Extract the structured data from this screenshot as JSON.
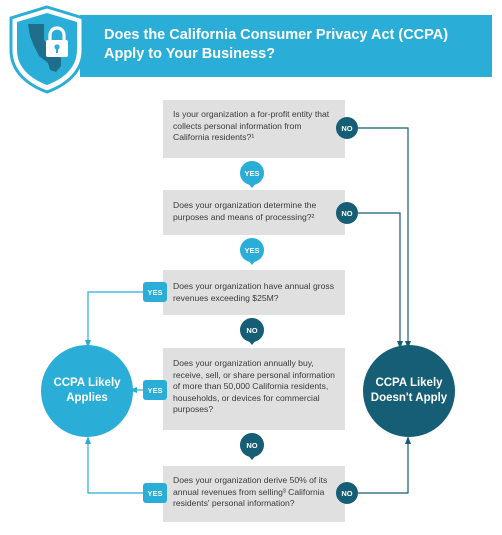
{
  "header": {
    "title": "Does the California Consumer Privacy Act (CCPA)\nApply to Your Business?",
    "icon": "california-lock-shield-icon"
  },
  "questions": [
    {
      "text": "Is your organization a for-profit entity that collects personal information from California residents?¹"
    },
    {
      "text": "Does your organization determine the purposes and means of processing?²"
    },
    {
      "text": "Does your organization have annual gross revenues exceeding $25M?"
    },
    {
      "text": "Does your organization annually buy, receive, sell, or share personal information of more than 50,000 California residents, households, or devices for commercial purposes?"
    },
    {
      "text": "Does your organization derive 50% of its annual revenues from selling³ California residents' personal information?"
    }
  ],
  "labels": {
    "yes": "YES",
    "no": "NO"
  },
  "outcomes": {
    "applies": "CCPA Likely\nApplies",
    "not_apply": "CCPA Likely\nDoesn't Apply"
  },
  "colors": {
    "accent": "#2aaed8",
    "dark": "#155e75",
    "box": "#e0e0e0"
  }
}
